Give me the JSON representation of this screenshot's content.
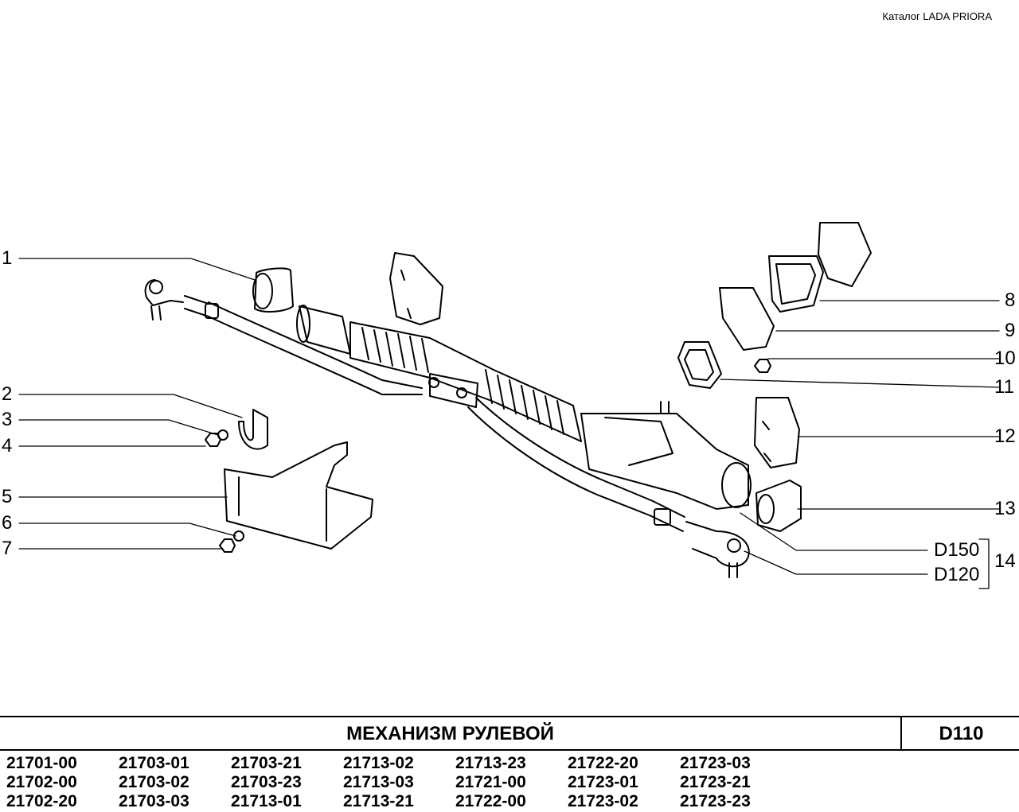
{
  "header": {
    "catalog": "Каталог  LADA  PRIORA"
  },
  "callouts": {
    "c1": "1",
    "c2": "2",
    "c3": "3",
    "c4": "4",
    "c5": "5",
    "c6": "6",
    "c7": "7",
    "c8": "8",
    "c9": "9",
    "c10": "10",
    "c11": "11",
    "c12": "12",
    "c13": "13",
    "c14": "14",
    "d150": "D150",
    "d120": "D120"
  },
  "footer": {
    "title": "МЕХАНИЗМ   РУЛЕВОЙ",
    "code": "D110",
    "models": [
      "21701-00",
      "21702-00",
      "21702-20",
      "21703-01",
      "21703-02",
      "21703-03",
      "21703-21",
      "21703-23",
      "21713-01",
      "21713-02",
      "21713-03",
      "21713-21",
      "21713-23",
      "21721-00",
      "21722-00",
      "21722-20",
      "21723-01",
      "21723-02",
      "21723-03",
      "21723-21",
      "21723-23"
    ]
  }
}
